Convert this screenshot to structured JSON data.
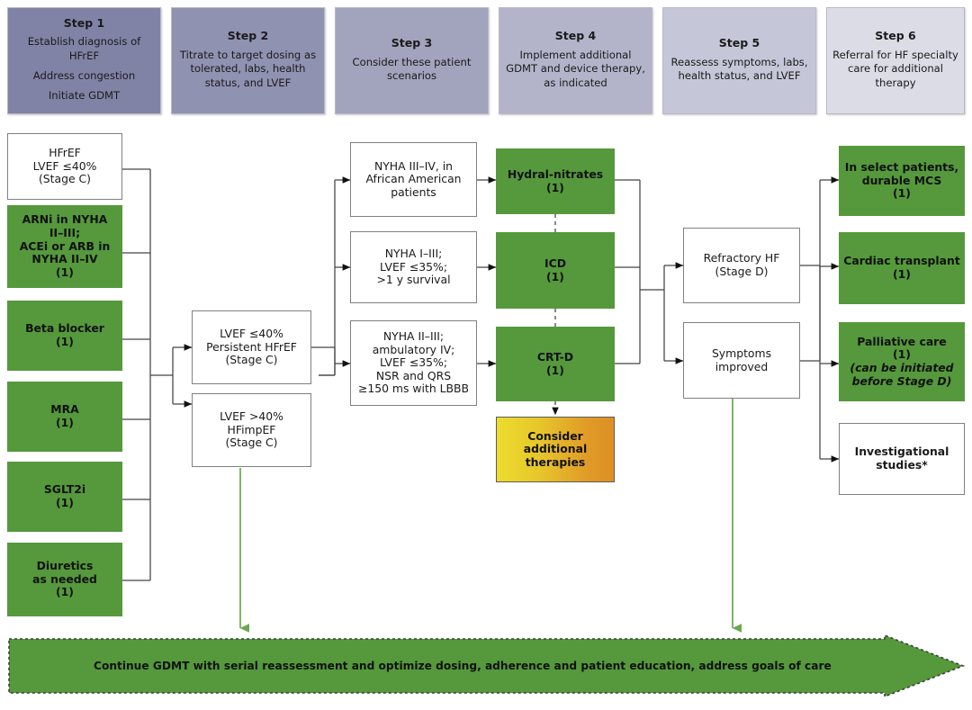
{
  "colors": {
    "green": "#55993c",
    "white_box_border": "#808080",
    "connector": "#444444",
    "green_connector": "#6aa84f",
    "gradient_start": "#ecdc2e",
    "gradient_end": "#dd8f24",
    "step1": "#8183a6",
    "step2": "#9092b2",
    "step3": "#a2a3bd",
    "step4": "#b3b4ca",
    "step5": "#c5c6d7",
    "step6": "#dcdce7"
  },
  "steps": [
    {
      "title": "Step 1",
      "lines": [
        "Establish diagnosis of HFrEF",
        "Address congestion",
        "Initiate GDMT"
      ]
    },
    {
      "title": "Step 2",
      "lines": [
        "Titrate to target dosing as tolerated, labs, health status, and LVEF"
      ]
    },
    {
      "title": "Step 3",
      "lines": [
        "Consider these patient scenarios"
      ]
    },
    {
      "title": "Step 4",
      "lines": [
        "Implement additional GDMT and device therapy, as indicated"
      ]
    },
    {
      "title": "Step 5",
      "lines": [
        "Reassess symptoms, labs, health status, and LVEF"
      ]
    },
    {
      "title": "Step 6",
      "lines": [
        "Referral for HF specialty care for additional therapy"
      ]
    }
  ],
  "column1": [
    {
      "id": "hfref",
      "style": "white",
      "text": "HFrEF\nLVEF ≤40%\n(Stage C)"
    },
    {
      "id": "arni",
      "style": "green",
      "text": "ARNi in NYHA\nII–III;\nACEi or ARB in\nNYHA II–IV\n(1)"
    },
    {
      "id": "beta-blocker",
      "style": "green",
      "text": "Beta blocker\n(1)"
    },
    {
      "id": "mra",
      "style": "green",
      "text": "MRA\n(1)"
    },
    {
      "id": "sglt2i",
      "style": "green",
      "text": "SGLT2i\n(1)"
    },
    {
      "id": "diuretics",
      "style": "green",
      "text": "Diuretics\nas needed\n(1)"
    }
  ],
  "column2": [
    {
      "id": "persistent-hfref",
      "style": "white",
      "text": "LVEF ≤40%\nPersistent HFrEF\n(Stage C)"
    },
    {
      "id": "hfimpef",
      "style": "white",
      "text": "LVEF >40%\nHFimpEF\n(Stage C)"
    }
  ],
  "column3": [
    {
      "id": "scenario-african-american",
      "style": "white",
      "text": "NYHA III–IV, in\nAfrican American\npatients"
    },
    {
      "id": "scenario-icd",
      "style": "white",
      "text": "NYHA I–III;\nLVEF ≤35%;\n>1 y survival"
    },
    {
      "id": "scenario-crtd",
      "style": "white",
      "text": "NYHA II–III;\nambulatory IV;\nLVEF ≤35%;\nNSR and QRS\n≥150 ms with LBBB"
    }
  ],
  "column4": [
    {
      "id": "hydral-nitrates",
      "style": "green",
      "text": "Hydral-nitrates\n(1)"
    },
    {
      "id": "icd",
      "style": "green",
      "text": "ICD\n(1)"
    },
    {
      "id": "crt-d",
      "style": "green",
      "text": "CRT-D\n(1)"
    },
    {
      "id": "consider-additional-therapies",
      "style": "gradient",
      "text": "Consider\nadditional\ntherapies"
    }
  ],
  "column5": [
    {
      "id": "refractory-hf",
      "style": "white",
      "text": "Refractory HF\n(Stage D)"
    },
    {
      "id": "symptoms-improved",
      "style": "white",
      "text": "Symptoms\nimproved"
    }
  ],
  "column6": [
    {
      "id": "durable-mcs",
      "style": "green",
      "text": "In select patients,\ndurable MCS\n(1)"
    },
    {
      "id": "cardiac-transplant",
      "style": "green",
      "text": "Cardiac transplant\n(1)"
    },
    {
      "id": "palliative-care",
      "style": "green",
      "text": "Palliative care\n(1)",
      "italic_text": "(can be initiated\nbefore Stage D)"
    },
    {
      "id": "investigational-studies",
      "style": "white",
      "text": "Investigational\nstudies*"
    }
  ],
  "banner": {
    "text": "Continue GDMT with serial reassessment and optimize dosing, adherence and patient education, address goals of care"
  }
}
